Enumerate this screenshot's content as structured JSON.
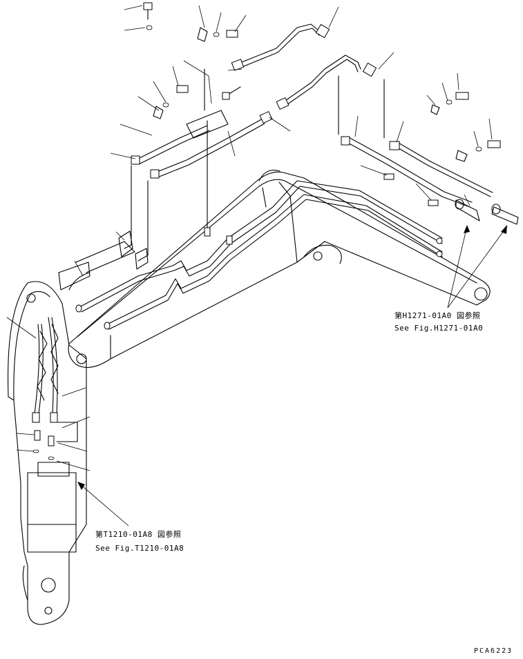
{
  "references": {
    "h1271": {
      "ja": "第H1271-01A0 図参照",
      "en": "See Fig.H1271-01A0"
    },
    "t1210": {
      "ja": "第T1210-01A8 図参照",
      "en": "See Fig.T1210-01A8"
    }
  },
  "drawing_code": "PCA6223"
}
